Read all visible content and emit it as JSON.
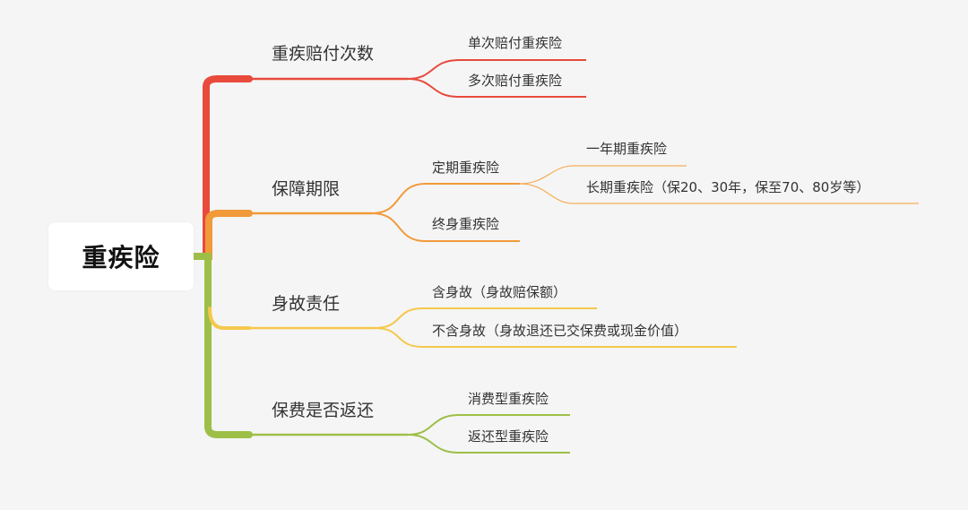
{
  "root": {
    "label": "重疾险"
  },
  "branches": [
    {
      "label": "重疾赔付次数",
      "color": "#e84a3c",
      "children": [
        {
          "label": "单次赔付重疾险"
        },
        {
          "label": "多次赔付重疾险"
        }
      ]
    },
    {
      "label": "保障期限",
      "color": "#f19a3a",
      "children": [
        {
          "label": "定期重疾险",
          "children": [
            {
              "label": "一年期重疾险"
            },
            {
              "label": "长期重疾险（保20、30年，保至70、80岁等）"
            }
          ]
        },
        {
          "label": "终身重疾险"
        }
      ]
    },
    {
      "label": "身故责任",
      "color": "#f5c84c",
      "children": [
        {
          "label": "含身故（身故赔保额）"
        },
        {
          "label": "不含身故（身故退还已交保费或现金价值）"
        }
      ]
    },
    {
      "label": "保费是否返还",
      "color": "#9dbf47",
      "children": [
        {
          "label": "消费型重疾险"
        },
        {
          "label": "返还型重疾险"
        }
      ]
    }
  ]
}
